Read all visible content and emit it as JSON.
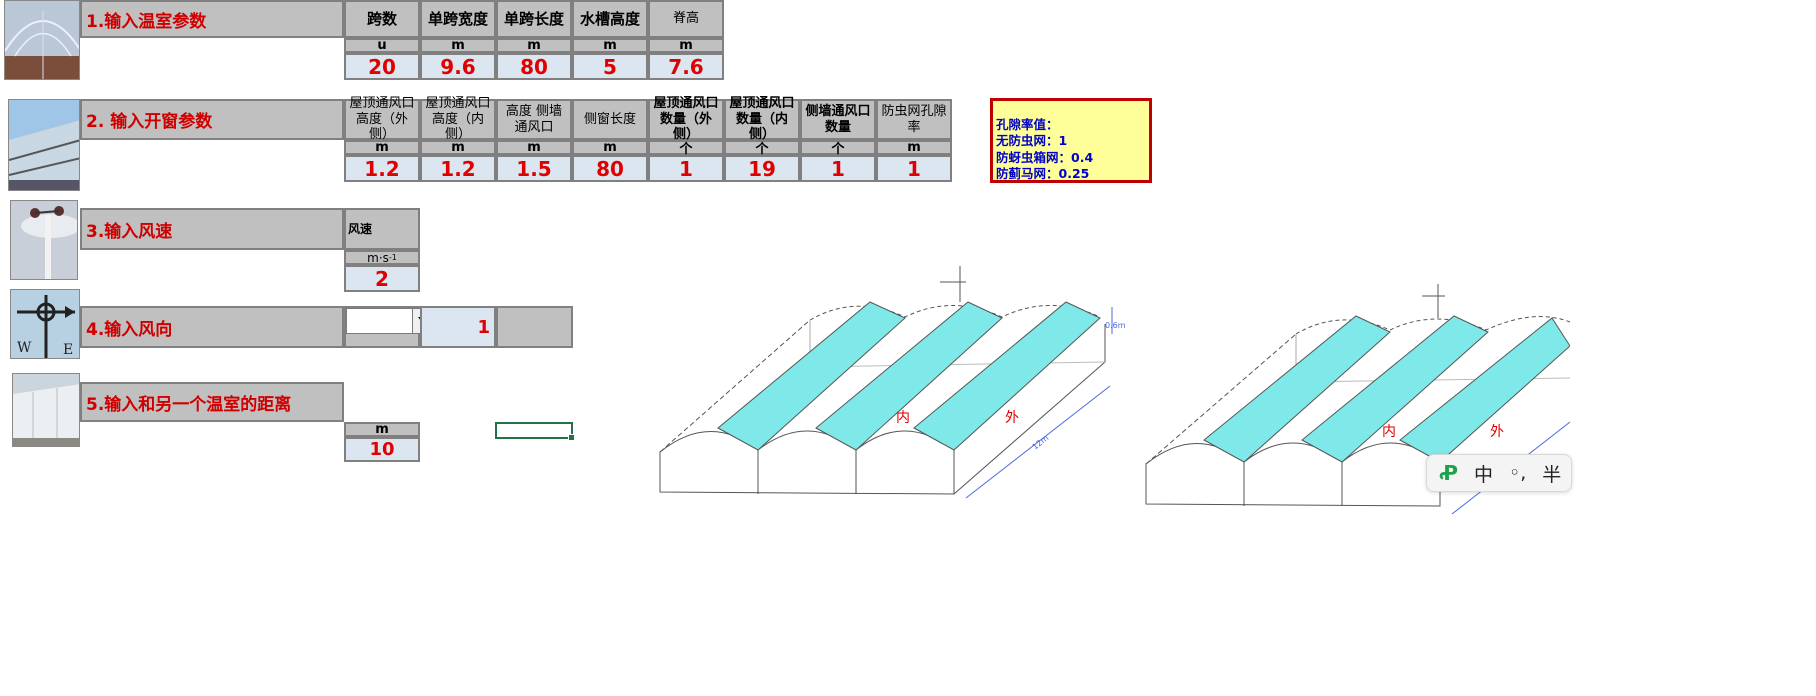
{
  "sections": {
    "s1": {
      "title": "1.输入温室参数",
      "headers": [
        "跨数",
        "单跨宽度",
        "单跨长度",
        "水槽高度",
        "脊高"
      ],
      "units": [
        "u",
        "m",
        "m",
        "m",
        "m"
      ],
      "values": [
        "20",
        "9.6",
        "80",
        "5",
        "7.6"
      ]
    },
    "s2": {
      "title": "2. 输入开窗参数",
      "headers": [
        "屋顶通风口高度（外侧）",
        "屋顶通风口高度（内侧）",
        "高度 侧墙通风口",
        "侧窗长度",
        "屋顶通风口数量（外侧）",
        "屋顶通风口数量（内侧）",
        "侧墙通风口数量",
        "防虫网孔隙率"
      ],
      "units": [
        "m",
        "m",
        "m",
        "m",
        "个",
        "个",
        "个",
        "m"
      ],
      "values": [
        "1.2",
        "1.2",
        "1.5",
        "80",
        "1",
        "19",
        "1",
        "1"
      ]
    },
    "s3": {
      "title": "3.输入风速",
      "header": "风速",
      "unit_base": "m·s",
      "unit_sup": "-1",
      "value": "2"
    },
    "s4": {
      "title": "4.输入风向",
      "dropdown_value": "",
      "value": "1"
    },
    "s5": {
      "title": "5.输入和另一个温室的距离",
      "unit": "m",
      "value": "10"
    }
  },
  "note": {
    "title": "孔隙率值：",
    "lines": [
      "无防虫网：1",
      "防蚜虫箱网：0.4",
      "防蓟马网：0.25"
    ]
  },
  "diagrams": {
    "label_inner": "内",
    "label_outer": "外",
    "dim_height": "0.6m",
    "dim_length": "12m"
  },
  "ime": {
    "lang": "中",
    "punct": "◦,",
    "width": "半"
  },
  "colors": {
    "header_bg": "#c0c0c0",
    "value_bg": "#dce6f1",
    "title_red": "#d00000",
    "vent_cyan": "#7fe9e9",
    "note_bg": "#ffff99"
  }
}
